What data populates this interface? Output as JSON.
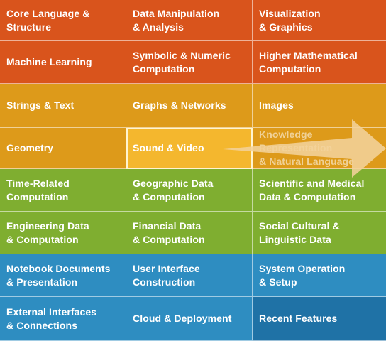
{
  "cells": [
    {
      "label": "Core Language &\nStructure"
    },
    {
      "label": "Data Manipulation\n& Analysis"
    },
    {
      "label": "Visualization\n& Graphics"
    },
    {
      "label": "Machine Learning"
    },
    {
      "label": "Symbolic & Numeric\nComputation"
    },
    {
      "label": "Higher Mathematical\nComputation"
    },
    {
      "label": "Strings & Text"
    },
    {
      "label": "Graphs & Networks"
    },
    {
      "label": "Images"
    },
    {
      "label": "Geometry"
    },
    {
      "label": "Sound & Video"
    },
    {
      "label": "Knowledge Representation\n& Natural Language"
    },
    {
      "label": "Time-Related\nComputation"
    },
    {
      "label": "Geographic Data\n& Computation"
    },
    {
      "label": "Scientific and Medical\nData & Computation"
    },
    {
      "label": "Engineering Data\n& Computation"
    },
    {
      "label": "Financial Data\n& Computation"
    },
    {
      "label": "Social Cultural &\nLinguistic Data"
    },
    {
      "label": "Notebook Documents\n& Presentation"
    },
    {
      "label": "User Interface\nConstruction"
    },
    {
      "label": "System Operation\n& Setup"
    },
    {
      "label": "External Interfaces\n& Connections"
    },
    {
      "label": "Cloud & Deployment"
    },
    {
      "label": "Recent Features"
    }
  ],
  "colors": {
    "orange": "#d9541c",
    "amber": "#dd9a1a",
    "selected": "#f4b72e",
    "green": "#7fae30",
    "blue": "#2e8dc1",
    "recent": "#1f72a6"
  },
  "selected_index": 10,
  "arrow_icon": "right-arrow-icon"
}
